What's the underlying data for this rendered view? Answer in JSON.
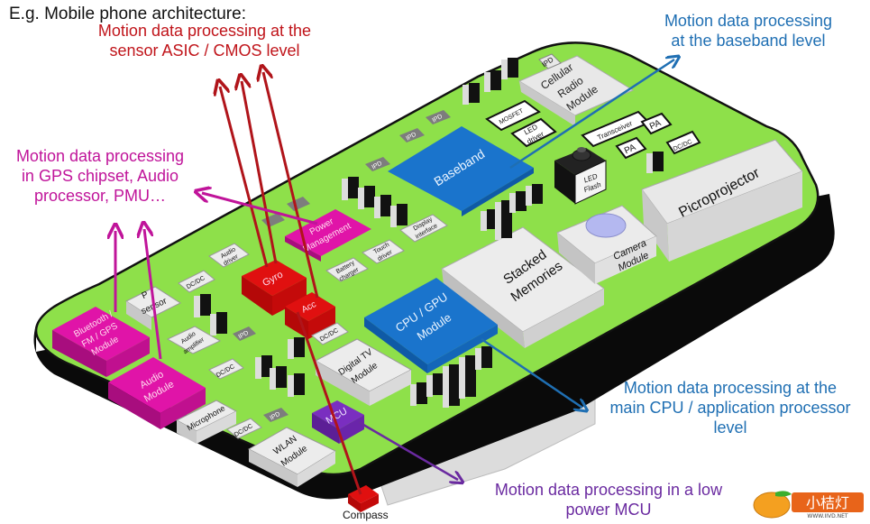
{
  "title": "E.g. Mobile phone architecture:",
  "annotations": {
    "sensor_asic": [
      "Motion data processing at the",
      "sensor ASIC / CMOS level"
    ],
    "baseband": [
      "Motion data processing",
      "at the baseband level"
    ],
    "gps_audio_pmu": [
      "Motion data processing",
      "in GPS chipset, Audio",
      "processor, PMU…"
    ],
    "main_cpu": [
      "Motion data processing at the",
      "main CPU / application processor",
      "level"
    ],
    "low_power_mcu": [
      "Motion data processing in a low",
      "power MCU"
    ]
  },
  "colors": {
    "board": "#8ee04a",
    "board_edge": "#0a0a0a",
    "blue_chip": "#1a74cc",
    "magenta_chip": "#e014a8",
    "red_chip": "#d80c0c",
    "purple_chip": "#7a2ec0",
    "grey_chip": "#e6e6e6",
    "ipd_chip": "#7d7d7d",
    "red_text": "#c0141a",
    "blue_text": "#1f6fb3",
    "magenta_text": "#c0149a",
    "purple_text": "#6a2aa0"
  },
  "components": {
    "baseband": "Baseband",
    "cpu_gpu": [
      "CPU / GPU",
      "Module"
    ],
    "stacked_memories": [
      "Stacked",
      "Memories"
    ],
    "camera_module": [
      "Camera",
      "Module"
    ],
    "picoprojector": "Picroprojector",
    "cellular_radio": [
      "Cellular",
      "Radio",
      "Module"
    ],
    "mosfet": "MOSFET",
    "led_driver": [
      "LED",
      "driver"
    ],
    "transceiver": "Transceiver",
    "pa1": "PA",
    "pa2": "PA",
    "dcdc_top": "DC/DC",
    "led_flash": [
      "LED",
      "Flash"
    ],
    "ipd": "IPD",
    "display_interface": [
      "Display",
      "interface"
    ],
    "touch_driver": [
      "Touch",
      "driver"
    ],
    "battery_charger": [
      "Battery",
      "charger"
    ],
    "power_management": [
      "Power",
      "Management"
    ],
    "gyro": "Gyro",
    "acc": "Acc",
    "audio_driver": [
      "Audio",
      "driver"
    ],
    "dcdc": "DC/DC",
    "p_sensor": [
      "P",
      "sensor"
    ],
    "audio_amplifier": [
      "Audio",
      "amplifier"
    ],
    "bluetooth": [
      "Bluetooth /",
      "FM / GPS",
      "Module"
    ],
    "audio_module": [
      "Audio",
      "Module"
    ],
    "microphone": "Microphone",
    "digital_tv": [
      "Digital TV",
      "Module"
    ],
    "wlan": [
      "WLAN",
      "Module"
    ],
    "mcu": "MCU",
    "compass": "Compass"
  },
  "watermark": {
    "text": "小桔灯",
    "url_text": "WWW.IIVD.NET"
  }
}
